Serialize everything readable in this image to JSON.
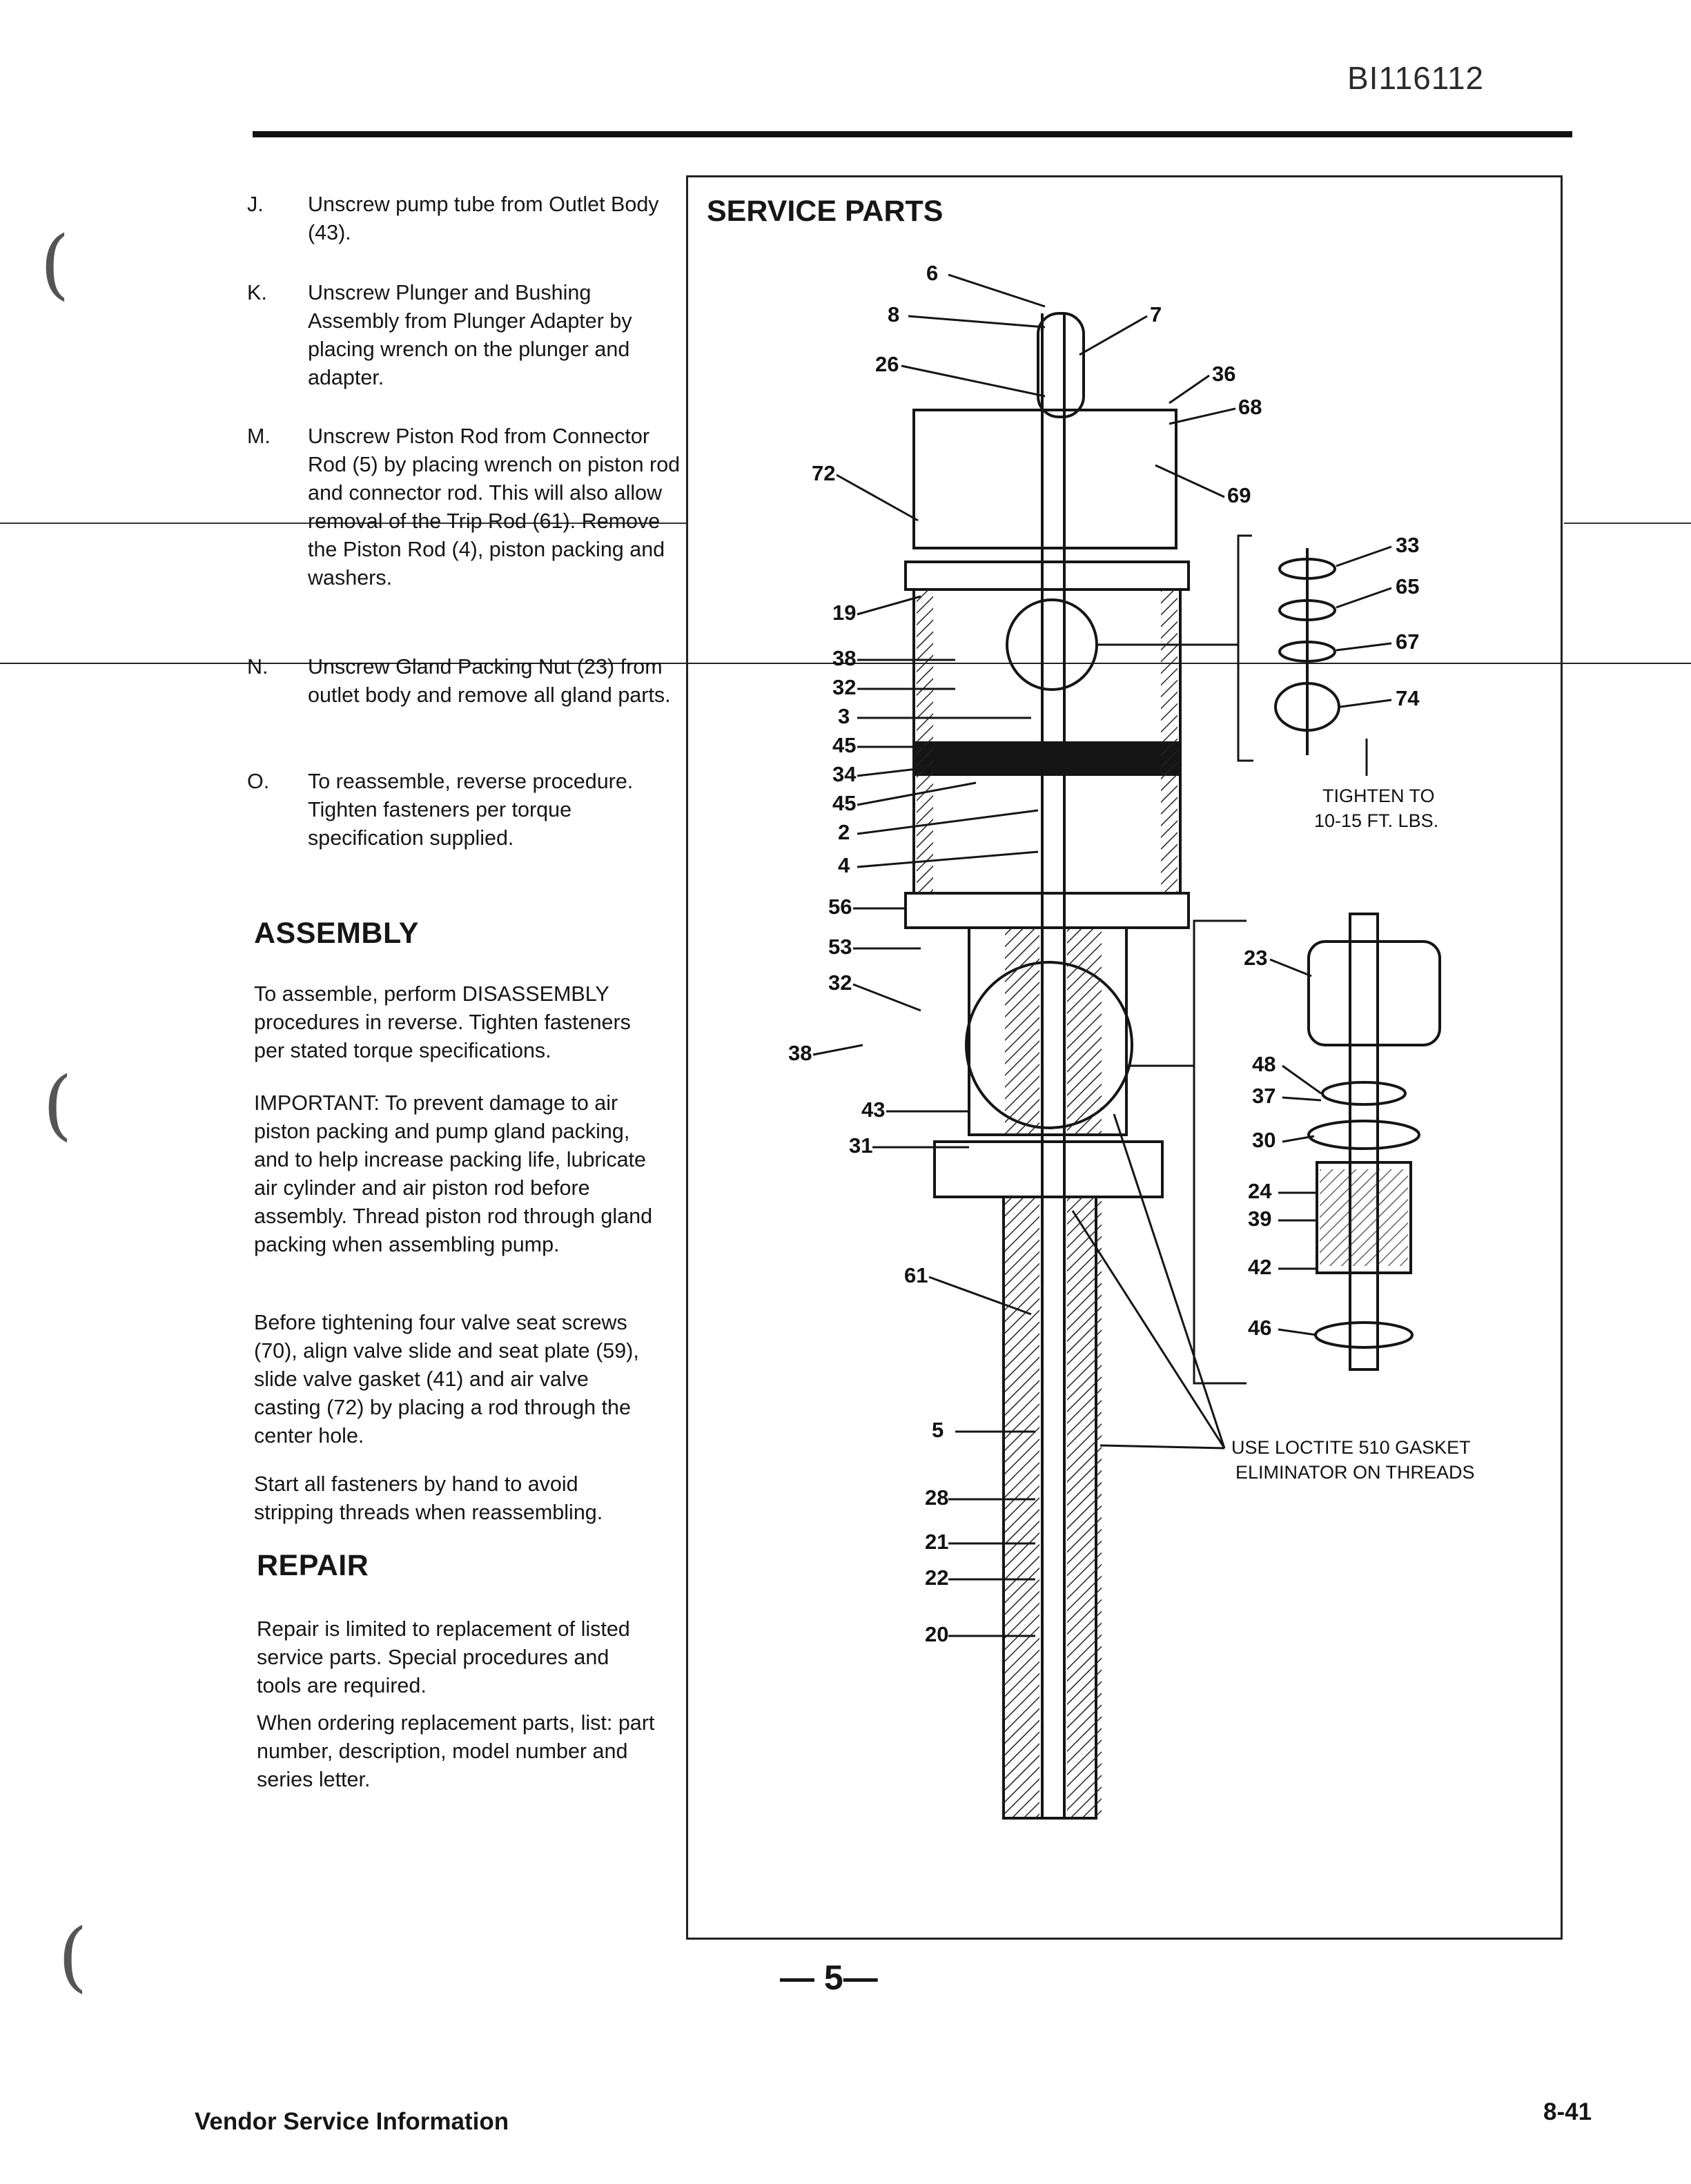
{
  "header": {
    "doc_id": "BI116112"
  },
  "steps": [
    {
      "letter": "J.",
      "text": "Unscrew pump tube from Outlet Body (43)."
    },
    {
      "letter": "K.",
      "text": "Unscrew Plunger and Bushing Assembly from Plunger Adapter by placing wrench on the plunger and adapter."
    },
    {
      "letter": "M.",
      "text": "Unscrew Piston Rod from Connector Rod (5) by placing wrench on piston rod and connector rod. This will also allow removal of the Trip Rod (61). Remove the Piston Rod (4), piston packing and washers."
    },
    {
      "letter": "N.",
      "text": "Unscrew Gland Packing Nut (23) from outlet body and remove all gland parts."
    },
    {
      "letter": "O.",
      "text": "To reassemble, reverse procedure. Tighten fasteners per torque specification supplied."
    }
  ],
  "assembly": {
    "heading": "ASSEMBLY",
    "p1": "To assemble, perform DISASSEMBLY procedures in reverse. Tighten fasteners per stated torque specifications.",
    "p2": "IMPORTANT: To prevent damage to air piston packing and pump gland packing, and to help increase packing life, lubricate air cylinder and air piston rod before assembly. Thread piston rod through gland packing when assembling pump.",
    "p3": "Before tightening four valve seat screws (70), align valve slide and seat plate (59), slide valve gasket (41) and air valve casting (72) by placing a rod through the center hole.",
    "p4": "Start all fasteners by hand to avoid stripping threads when reassembling."
  },
  "repair": {
    "heading": "REPAIR",
    "p1": "Repair is limited to replacement of listed service parts. Special procedures and tools are required.",
    "p2": "When ordering replacement parts, list: part number, description, model number and series letter."
  },
  "service_parts": {
    "title": "SERVICE PARTS",
    "left_callouts": [
      "6",
      "8",
      "26",
      "72",
      "19",
      "38",
      "32",
      "3",
      "45",
      "34",
      "45",
      "2",
      "4",
      "56",
      "53",
      "32",
      "38",
      "43",
      "31",
      "61",
      "5",
      "28",
      "21",
      "22",
      "20"
    ],
    "right_callouts": [
      "7",
      "36",
      "68",
      "69"
    ],
    "valve_callouts": [
      "33",
      "65",
      "67",
      "74"
    ],
    "gland_callouts": [
      "23",
      "48",
      "37",
      "30",
      "24",
      "39",
      "42",
      "46"
    ],
    "torque_note_line1": "TIGHTEN TO",
    "torque_note_line2": "10-15 FT. LBS.",
    "loctite_line1": "USE LOCTITE 510 GASKET",
    "loctite_line2": "ELIMINATOR ON THREADS"
  },
  "footer": {
    "page_number": "— 5—",
    "left": "Vendor Service Information",
    "right": "8-41"
  }
}
